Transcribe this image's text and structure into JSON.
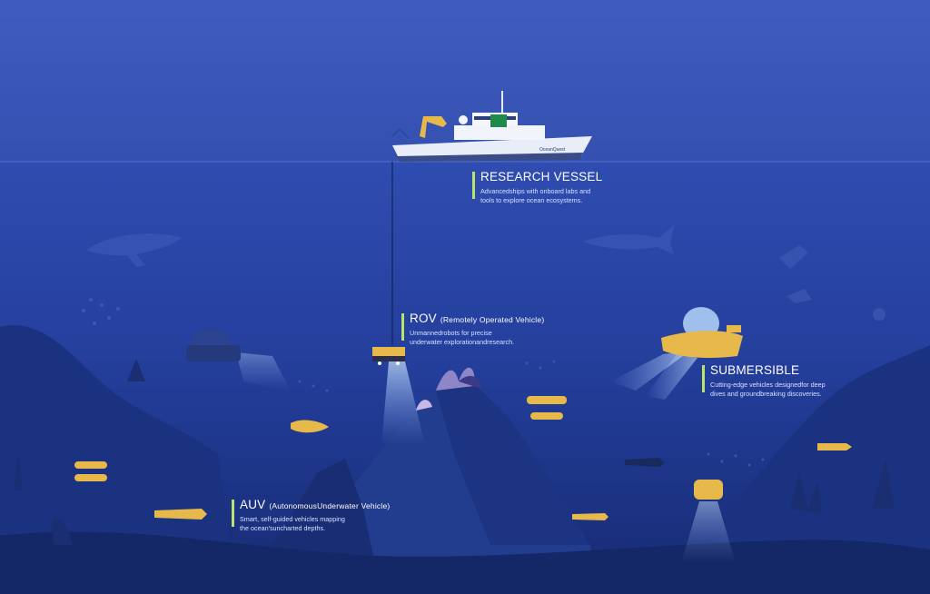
{
  "labels": {
    "research_vessel": {
      "title": "RESEARCH VESSEL",
      "desc_line1": "Advancedships with onboard labs and",
      "desc_line2": "tools to explore ocean ecosystems."
    },
    "rov": {
      "title": "ROV",
      "subtitle": "(Remotely Operated Vehicle)",
      "desc_line1": "Unmannedrobots for precise",
      "desc_line2": "underwater explorationandresearch."
    },
    "submersible": {
      "title": "SUBMERSIBLE",
      "desc_line1": "Cutting-edge vehicles designedfor deep",
      "desc_line2": "dives and groundbreaking discoveries."
    },
    "auv": {
      "title": "AUV",
      "subtitle": "(AutonomousUnderwater Vehicle)",
      "desc_line1": "Smart, self-guided vehicles mapping",
      "desc_line2": "the ocean'suncharted depths."
    }
  },
  "ship": {
    "name": "OceanQuest"
  },
  "colors": {
    "sky": "#3b58b8",
    "sea_surface": "#2c47a8",
    "deep": "#15276a",
    "accent": "#b9e36a",
    "vehicle_yellow": "#e6b94a"
  }
}
